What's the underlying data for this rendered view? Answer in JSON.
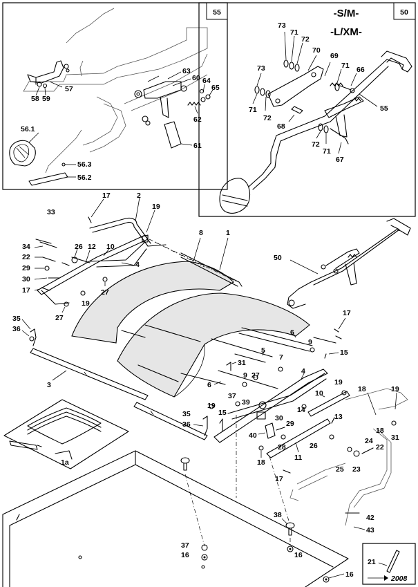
{
  "insets": {
    "inset55": {
      "number": "55"
    },
    "inset50": {
      "number": "50",
      "variant_line1": "-S/M-",
      "variant_line2": "-L/XM-"
    },
    "revision": {
      "year": "2008",
      "part": "21"
    }
  },
  "callouts": {
    "c57": "57",
    "c58": "58",
    "c59": "59",
    "c63": "63",
    "c60": "60",
    "c64": "64",
    "c65": "65",
    "c62": "62",
    "c61": "61",
    "c56_1": "56.1",
    "c56_3": "56.3",
    "c56_2": "56.2",
    "c73a": "73",
    "c71a": "71",
    "c72a": "72",
    "c70": "70",
    "c69": "69",
    "c71b": "71",
    "c66": "66",
    "c73b": "73",
    "c71c": "71",
    "c72b": "72",
    "c68": "68",
    "c55": "55",
    "c72c": "72",
    "c71d": "71",
    "c67": "67",
    "m17a": "17",
    "m2": "2",
    "m19a": "19",
    "m33": "33",
    "m8": "8",
    "m1": "1",
    "m34": "34",
    "m26a": "26",
    "m12": "12",
    "m10a": "10",
    "m22a": "22",
    "m4a": "4",
    "m29a": "29",
    "m30a": "30",
    "m17b": "17",
    "m27a": "27",
    "m19b": "19",
    "m27b": "27",
    "m50": "50",
    "m17c": "17",
    "m35a": "35",
    "m36a": "36",
    "m6a": "6",
    "m9a": "9",
    "m15a": "15",
    "m3": "3",
    "m5": "5",
    "m7": "7",
    "m31a": "31",
    "m6b": "6",
    "m9b": "9",
    "m27c": "27",
    "m4b": "4",
    "m37a": "37",
    "m39": "39",
    "m19c": "19",
    "m18a": "18",
    "m19d": "19",
    "m10b": "10",
    "m35b": "35",
    "m36b": "36",
    "m15b": "15",
    "m14": "14",
    "m13": "13",
    "m18b": "18",
    "m31b": "31",
    "m30b": "30",
    "m40": "40",
    "m29b": "29",
    "m28": "28",
    "m24": "24",
    "m22b": "22",
    "m1a": "1a",
    "m18c": "18",
    "m26b": "26",
    "m11": "11",
    "m25": "25",
    "m23": "23",
    "m17d": "17",
    "m42": "42",
    "m43": "43",
    "m38": "38",
    "m37b": "37",
    "m16a": "16",
    "m16b": "16",
    "m16c": "16"
  }
}
